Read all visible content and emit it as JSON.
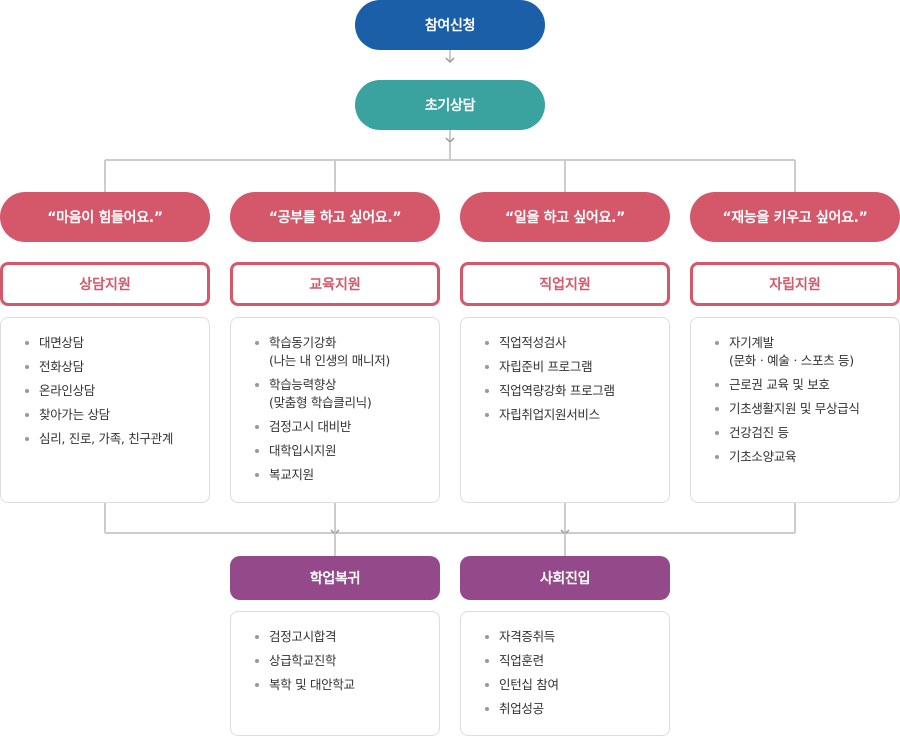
{
  "top": {
    "apply": "참여신청",
    "initial": "초기상담"
  },
  "branches": [
    {
      "quote": "“마음이 힘들어요.”",
      "label": "상담지원",
      "items": [
        "대면상담",
        "전화상담",
        "온라인상담",
        "찾아가는 상담",
        "심리, 진로, 가족, 친구관계"
      ]
    },
    {
      "quote": "“공부를 하고 싶어요.”",
      "label": "교육지원",
      "items": [
        "학습동기강화\n(나는 내 인생의 매니저)",
        "학습능력향상\n(맞춤형 학습클리닉)",
        "검정고시 대비반",
        "대학입시지원",
        "복교지원"
      ]
    },
    {
      "quote": "“일을 하고 싶어요.”",
      "label": "직업지원",
      "items": [
        "직업적성검사",
        "자립준비 프로그램",
        "직업역량강화 프로그램",
        "자립취업지원서비스"
      ]
    },
    {
      "quote": "“재능을 키우고 싶어요.”",
      "label": "자립지원",
      "items": [
        "자기계발\n(문화ㆍ예술ㆍ스포츠 등)",
        "근로권 교육 및 보호",
        "기초생활지원 및 무상급식",
        "건강검진 등",
        "기초소양교육"
      ]
    }
  ],
  "outcomes": [
    {
      "title": "학업복귀",
      "items": [
        "검정고시합격",
        "상급학교진학",
        "복학 및 대안학교"
      ]
    },
    {
      "title": "사회진입",
      "items": [
        "자격증취득",
        "직업훈련",
        "인턴십 참여",
        "취업성공"
      ]
    }
  ]
}
